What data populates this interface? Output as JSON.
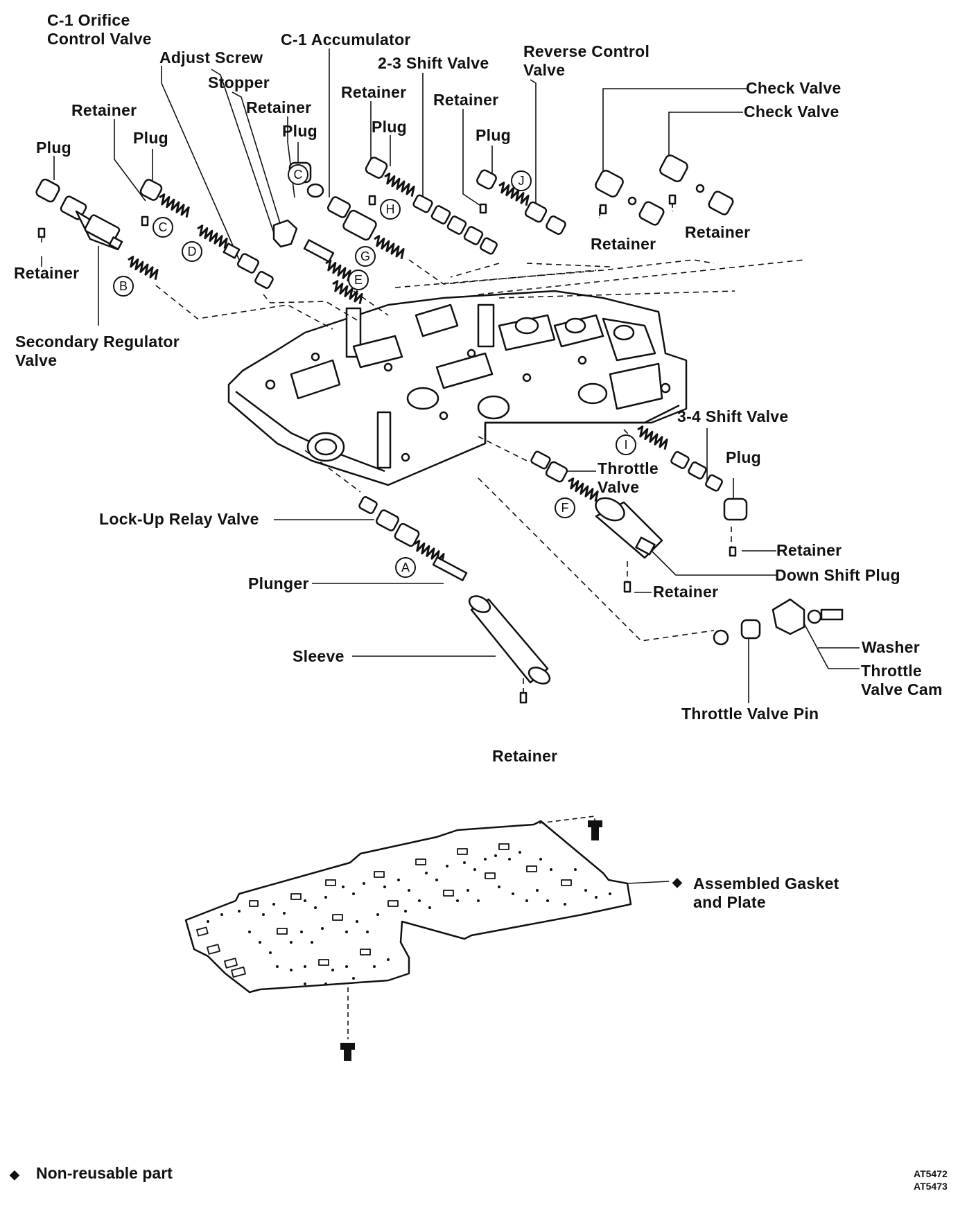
{
  "labels": {
    "c1_orifice": "C-1 Orifice\nControl Valve",
    "adjust_screw": "Adjust Screw",
    "c1_accumulator": "C-1 Accumulator",
    "stopper": "Stopper",
    "shift_23": "2-3 Shift Valve",
    "reverse_control": "Reverse Control\nValve",
    "check_valve_1": "Check Valve",
    "check_valve_2": "Check Valve",
    "retainer_1": "Retainer",
    "retainer_2": "Retainer",
    "retainer_3": "Retainer",
    "retainer_4": "Retainer",
    "plug_1": "Plug",
    "plug_2": "Plug",
    "plug_3": "Plug",
    "plug_4": "Plug",
    "plug_5": "Plug",
    "retainer_left": "Retainer",
    "retainer_cv1": "Retainer",
    "retainer_cv2": "Retainer",
    "secondary_regulator": "Secondary Regulator\nValve",
    "shift_34": "3-4 Shift Valve",
    "plug_right": "Plug",
    "throttle_valve": "Throttle\nValve",
    "retainer_right": "Retainer",
    "down_shift_plug": "Down Shift Plug",
    "retainer_dsp": "Retainer",
    "lockup_relay": "Lock-Up Relay Valve",
    "plunger": "Plunger",
    "sleeve": "Sleeve",
    "retainer_bottom": "Retainer",
    "washer": "Washer",
    "throttle_cam": "Throttle\nValve Cam",
    "throttle_pin": "Throttle Valve Pin",
    "gasket": "Assembled Gasket\nand Plate"
  },
  "springs": {
    "a": "A",
    "b": "B",
    "c": "C",
    "c2": "C",
    "d": "D",
    "e": "E",
    "f": "F",
    "g": "G",
    "h": "H",
    "i": "I",
    "j": "J"
  },
  "diamond_symbol": "◆",
  "legend": {
    "symbol": "◆",
    "text": "Non-reusable part"
  },
  "figure_codes": [
    "AT5472",
    "AT5473"
  ]
}
